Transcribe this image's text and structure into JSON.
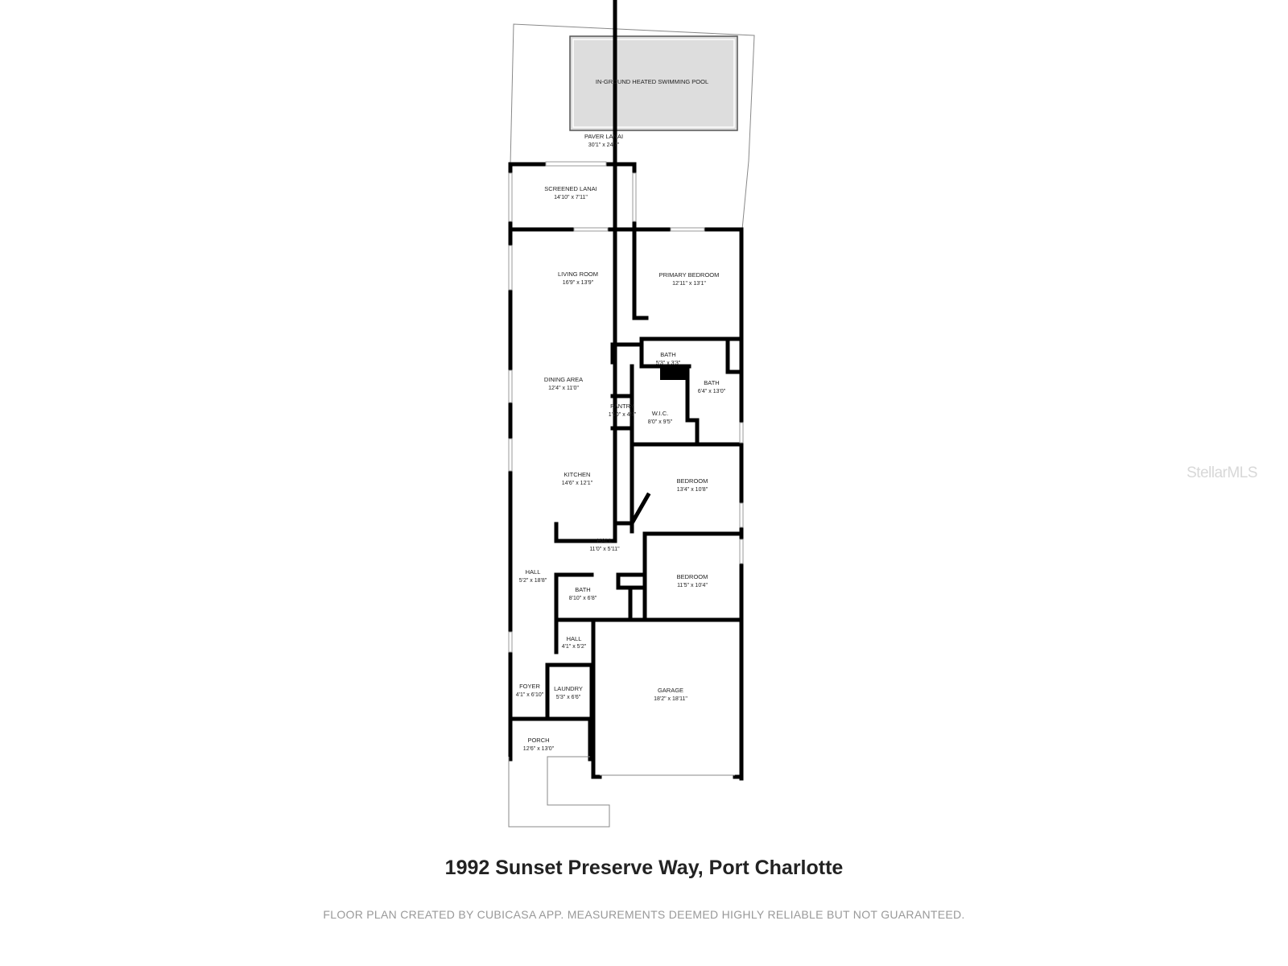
{
  "title": "1992 Sunset Preserve Way, Port Charlotte",
  "disclaimer": "FLOOR PLAN CREATED BY CUBICASA APP. MEASUREMENTS DEEMED HIGHLY RELIABLE BUT NOT GUARANTEED.",
  "watermark": "StellarMLS",
  "rooms": {
    "pool": {
      "name": "IN-GROUND HEATED SWIMMING POOL"
    },
    "paver_lanai": {
      "name": "PAVER LANAI",
      "dims": "30'1\" x 24'7\""
    },
    "screened_lanai": {
      "name": "SCREENED LANAI",
      "dims": "14'10\" x 7'11\""
    },
    "living_room": {
      "name": "LIVING ROOM",
      "dims": "16'9\" x 13'9\""
    },
    "primary_bedroom": {
      "name": "PRIMARY BEDROOM",
      "dims": "12'11\" x 13'1\""
    },
    "bath_small": {
      "name": "BATH",
      "dims": "5'3\" x 3'3\""
    },
    "bath_primary": {
      "name": "BATH",
      "dims": "6'4\" x 13'0\""
    },
    "dining_area": {
      "name": "DINING AREA",
      "dims": "12'4\" x 11'0\""
    },
    "pantry": {
      "name": "PANTRY",
      "dims": "1'10\" x 4'9\""
    },
    "wic": {
      "name": "W.I.C.",
      "dims": "8'0\" x 9'5\""
    },
    "kitchen": {
      "name": "KITCHEN",
      "dims": "14'6\" x 12'1\""
    },
    "bedroom_1": {
      "name": "BEDROOM",
      "dims": "13'4\" x 10'8\""
    },
    "hall_center": {
      "name": "HALL",
      "dims": "11'0\" x 5'11\""
    },
    "hall_long": {
      "name": "HALL",
      "dims": "5'2\" x 18'8\""
    },
    "bath_hall": {
      "name": "BATH",
      "dims": "8'10\" x 6'8\""
    },
    "bedroom_2": {
      "name": "BEDROOM",
      "dims": "11'5\" x 10'4\""
    },
    "hall_small": {
      "name": "HALL",
      "dims": "4'1\" x 5'2\""
    },
    "foyer": {
      "name": "FOYER",
      "dims": "4'1\" x 6'10\""
    },
    "laundry": {
      "name": "LAUNDRY",
      "dims": "5'3\" x 6'6\""
    },
    "garage": {
      "name": "GARAGE",
      "dims": "18'2\" x 18'11\""
    },
    "porch": {
      "name": "PORCH",
      "dims": "12'6\" x 13'0\""
    }
  }
}
